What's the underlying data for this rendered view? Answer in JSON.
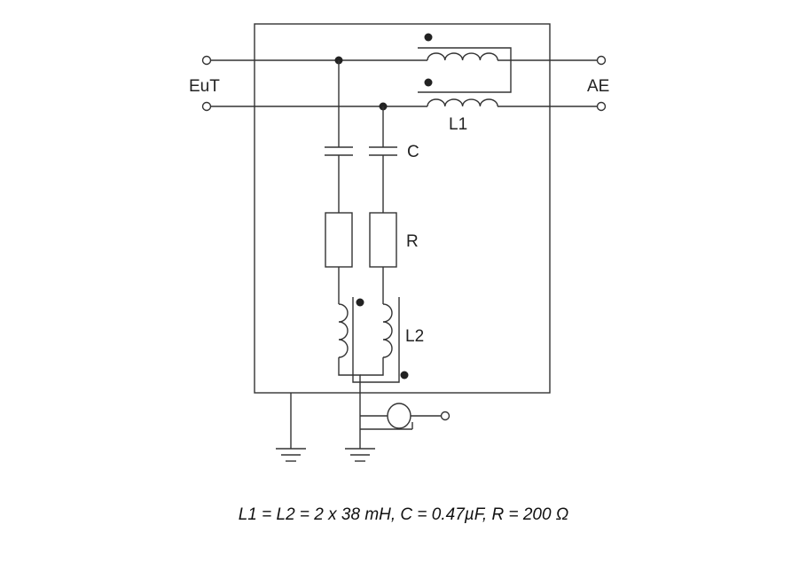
{
  "labels": {
    "eut": "EuT",
    "ae": "AE",
    "l1": "L1",
    "c": "C",
    "r": "R",
    "l2": "L2"
  },
  "caption": "L1 = L2 = 2 x 38 mH, C = 0.47µF, R = 200 Ω"
}
